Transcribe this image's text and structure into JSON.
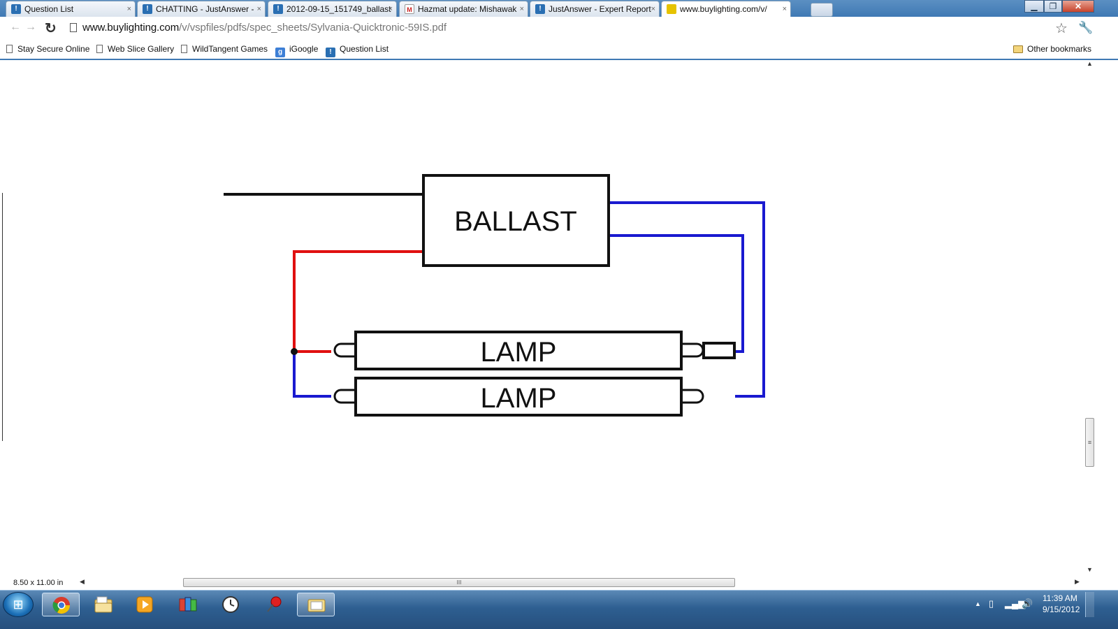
{
  "browser": {
    "tabs": [
      {
        "title": "Question List",
        "icon": "justanswer-icon",
        "active": false
      },
      {
        "title": "CHATTING - JustAnswer -",
        "icon": "justanswer-icon",
        "active": false
      },
      {
        "title": "2012-09-15_151749_ballast",
        "icon": "justanswer-icon",
        "active": false
      },
      {
        "title": "Hazmat update: Mishawak",
        "icon": "gmail-icon",
        "active": false
      },
      {
        "title": "JustAnswer - Expert Report",
        "icon": "justanswer-icon",
        "active": false
      },
      {
        "title": "www.buylighting.com/v/",
        "icon": "buylighting-icon",
        "active": true
      }
    ],
    "url_host": "www.buylighting.com",
    "url_path": "/v/vspfiles/pdfs/spec_sheets/Sylvania-Quicktronic-59IS.pdf",
    "bookmarks": [
      "Stay Secure Online",
      "Web Slice Gallery",
      "WildTangent Games",
      "iGoogle",
      "Question List"
    ],
    "other_bookmarks": "Other bookmarks",
    "close_glyph": "×"
  },
  "diagram": {
    "ballast_label": "BALLAST",
    "lamp_labels": [
      "LAMP",
      "LAMP"
    ],
    "wire_colors": {
      "black": "#111111",
      "red": "#e01010",
      "blue": "#1a1ad0"
    }
  },
  "pdf_viewer": {
    "page_size": "8.50 x 11.00 in"
  },
  "taskbar": {
    "time": "11:39 AM",
    "date": "9/15/2012",
    "apps": [
      "chrome",
      "file-explorer",
      "media-player",
      "games",
      "clock",
      "pushpin",
      "folder-window"
    ]
  }
}
